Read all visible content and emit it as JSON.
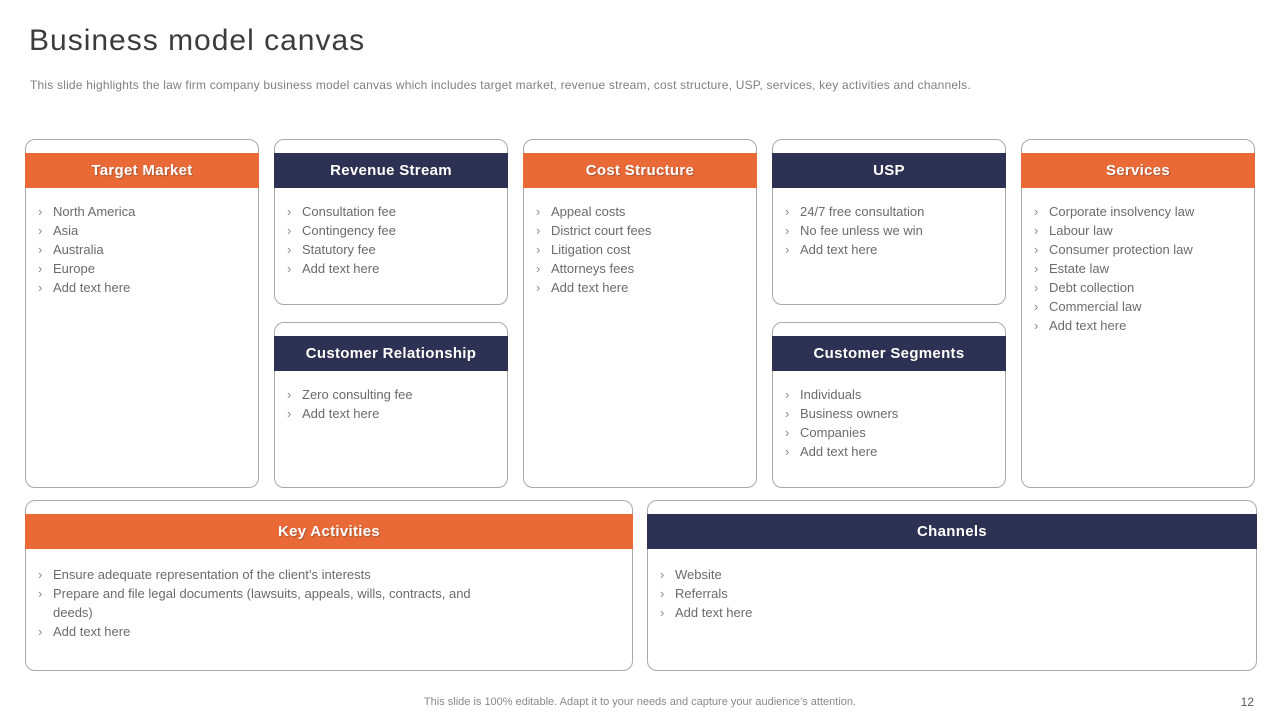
{
  "slide": {
    "title": "Business model canvas",
    "subtitle": "This slide highlights the law firm company business model canvas which includes target market, revenue stream, cost structure, USP, services, key activities and channels.",
    "footer_note": "This slide is 100% editable. Adapt it to your needs and capture your audience’s attention.",
    "page_number": "12",
    "bullet_glyph": "›"
  },
  "colors": {
    "orange": "#E96A37",
    "navy": "#2D3154",
    "body_text": "#6B6B6B",
    "border": "#A9A9A9"
  },
  "cards": [
    {
      "id": "target-market",
      "title": "Target Market",
      "theme": "orange",
      "items": [
        "North America",
        "Asia",
        "Australia",
        "Europe",
        "Add text here"
      ]
    },
    {
      "id": "revenue-stream",
      "title": "Revenue Stream",
      "theme": "navy",
      "items": [
        "Consultation fee",
        "Contingency fee",
        "Statutory fee",
        "Add text here"
      ]
    },
    {
      "id": "customer-relationship",
      "title": "Customer Relationship",
      "theme": "navy",
      "items": [
        "Zero consulting fee",
        "Add text here"
      ]
    },
    {
      "id": "cost-structure",
      "title": "Cost Structure",
      "theme": "orange",
      "items": [
        "Appeal costs",
        "District court fees",
        "Litigation cost",
        "Attorneys fees",
        "Add text here"
      ]
    },
    {
      "id": "usp",
      "title": "USP",
      "theme": "navy",
      "items": [
        "24/7 free consultation",
        "No fee unless we win",
        "Add text here"
      ]
    },
    {
      "id": "customer-segments",
      "title": "Customer Segments",
      "theme": "navy",
      "items": [
        "Individuals",
        "Business owners",
        "Companies",
        "Add text here"
      ]
    },
    {
      "id": "services",
      "title": "Services",
      "theme": "orange",
      "items": [
        "Corporate insolvency law",
        "Labour law",
        "Consumer protection law",
        "Estate law",
        "Debt collection",
        "Commercial law",
        "Add text here"
      ]
    },
    {
      "id": "key-activities",
      "title": "Key Activities",
      "theme": "orange",
      "items": [
        "Ensure adequate representation of the client’s interests",
        "Prepare and file legal documents (lawsuits, appeals, wills, contracts, and deeds)",
        "Add text here"
      ]
    },
    {
      "id": "channels",
      "title": "Channels",
      "theme": "navy",
      "items": [
        "Website",
        "Referrals",
        "Add text here"
      ]
    }
  ]
}
